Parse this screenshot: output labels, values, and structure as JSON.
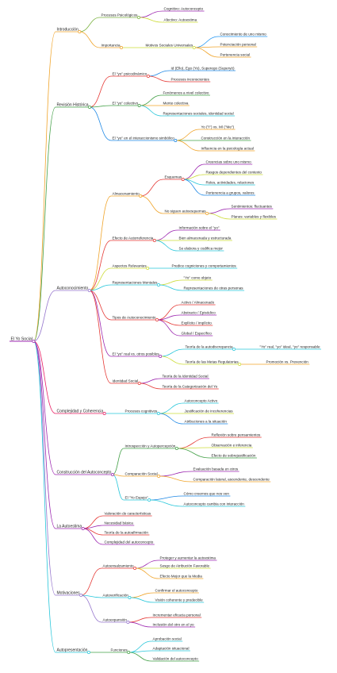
{
  "mindmap": {
    "root": "El Yo Social",
    "nodes": [
      {
        "id": "intro",
        "parent": "root",
        "label": "Introducción",
        "color": "#f0a42a"
      },
      {
        "id": "pp",
        "parent": "intro",
        "label": "Procesos Psicológicos",
        "color": "#7cb342"
      },
      {
        "id": "pp1",
        "parent": "pp",
        "label": "Cognitivo: Autoconcepto",
        "color": "#9c27b0"
      },
      {
        "id": "pp2",
        "parent": "pp",
        "label": "Afectivo: Autoestima",
        "color": "#cddc39"
      },
      {
        "id": "imp",
        "parent": "intro",
        "label": "Importancia",
        "color": "#f0a42a"
      },
      {
        "id": "msu",
        "parent": "imp",
        "label": "Motivos Sociales Universales",
        "color": "#cddc39"
      },
      {
        "id": "msu1",
        "parent": "msu",
        "label": "Conocimiento de uno mismo",
        "color": "#2196f3"
      },
      {
        "id": "msu2",
        "parent": "msu",
        "label": "Potenciación personal",
        "color": "#f0a42a"
      },
      {
        "id": "msu3",
        "parent": "msu",
        "label": "Pertenencia social",
        "color": "#f0a42a"
      },
      {
        "id": "rev",
        "parent": "root",
        "label": "Revisión Histórica",
        "color": "#43a047"
      },
      {
        "id": "psi",
        "parent": "rev",
        "label": "El \"yo\" psicodinámico",
        "color": "#e53935"
      },
      {
        "id": "psi1",
        "parent": "psi",
        "label": "Id (Ello), Ego (Yo), Superego (Superyó)",
        "color": "#1e88e5"
      },
      {
        "id": "psi2",
        "parent": "psi",
        "label": "Procesos inconscientes",
        "color": "#e53935"
      },
      {
        "id": "col",
        "parent": "rev",
        "label": "El \"yo\" colectivo",
        "color": "#43a047"
      },
      {
        "id": "col1",
        "parent": "col",
        "label": "Fenómenos a nivel colectivo",
        "color": "#43a047"
      },
      {
        "id": "col2",
        "parent": "col",
        "label": "Mente colectiva",
        "color": "#f0a42a"
      },
      {
        "id": "col3",
        "parent": "col",
        "label": "Representaciones sociales, identidad social",
        "color": "#26c6da"
      },
      {
        "id": "sim",
        "parent": "rev",
        "label": "El \"yo\" en el interaccionismo simbólico",
        "color": "#1e88e5"
      },
      {
        "id": "sim1",
        "parent": "sim",
        "label": "Yo (\"I\") vs. Mí (\"Me\")",
        "color": "#f0a42a"
      },
      {
        "id": "sim2",
        "parent": "sim",
        "label": "Construcción en la interacción",
        "color": "#43a047"
      },
      {
        "id": "sim3",
        "parent": "sim",
        "label": "Influencia en la psicología actual",
        "color": "#f0a42a"
      },
      {
        "id": "auto",
        "parent": "root",
        "label": "Autoconocimiento",
        "color": "#9575cd"
      },
      {
        "id": "alm",
        "parent": "auto",
        "label": "Almacenamiento",
        "color": "#f0a42a"
      },
      {
        "id": "esq",
        "parent": "alm",
        "label": "Esquemas",
        "color": "#e53935"
      },
      {
        "id": "esq1",
        "parent": "esq",
        "label": "Creencias sobre uno mismo",
        "color": "#9c27b0"
      },
      {
        "id": "esq2",
        "parent": "esq",
        "label": "Rasgos dependientes del contexto",
        "color": "#cddc39"
      },
      {
        "id": "esq3",
        "parent": "esq",
        "label": "Roles, actividades, relaciones",
        "color": "#26c6da"
      },
      {
        "id": "esq4",
        "parent": "esq",
        "label": "Pertenencia a grupos, valores",
        "color": "#1e88e5"
      },
      {
        "id": "nsa",
        "parent": "alm",
        "label": "No siguen autoesquemas",
        "color": "#f0a42a"
      },
      {
        "id": "nsa1",
        "parent": "nsa",
        "label": "Sentimientos: fluctuantes",
        "color": "#9c27b0"
      },
      {
        "id": "nsa2",
        "parent": "nsa",
        "label": "Planes: variables y flexibles",
        "color": "#cddc39"
      },
      {
        "id": "ear",
        "parent": "auto",
        "label": "Efecto de Autorreferencia",
        "color": "#e53935"
      },
      {
        "id": "ear1",
        "parent": "ear",
        "label": "Información sobre el \"yo\"",
        "color": "#9c27b0"
      },
      {
        "id": "ear2",
        "parent": "ear",
        "label": "Bien almacenada y estructurada",
        "color": "#cddc39"
      },
      {
        "id": "ear3",
        "parent": "ear",
        "label": "Se elabora y codifica mejor",
        "color": "#26c6da"
      },
      {
        "id": "asr",
        "parent": "auto",
        "label": "Aspectos Relevantes",
        "color": "#cddc39"
      },
      {
        "id": "asr1",
        "parent": "asr",
        "label": "Predice cogniciones y comportamientos",
        "color": "#26c6da"
      },
      {
        "id": "rm",
        "parent": "auto",
        "label": "Representaciones Mentales",
        "color": "#26c6da"
      },
      {
        "id": "rm1",
        "parent": "rm",
        "label": "\"Yo\" como objeto",
        "color": "#cddc39"
      },
      {
        "id": "rm2",
        "parent": "rm",
        "label": "Representaciones de otras personas",
        "color": "#26c6da"
      },
      {
        "id": "ta",
        "parent": "auto",
        "label": "Tipos de Autoconocimiento",
        "color": "#e53935"
      },
      {
        "id": "ta1",
        "parent": "ta",
        "label": "Activo / Almacenado",
        "color": "#e53935"
      },
      {
        "id": "ta2",
        "parent": "ta",
        "label": "Abstracto / Episódico",
        "color": "#9c27b0"
      },
      {
        "id": "ta3",
        "parent": "ta",
        "label": "Explícito / Implícito",
        "color": "#e53935"
      },
      {
        "id": "ta4",
        "parent": "ta",
        "label": "Global / Específico",
        "color": "#9c27b0"
      },
      {
        "id": "yr",
        "parent": "auto",
        "label": "El \"yo\" real vs. otros posibles",
        "color": "#9c27b0"
      },
      {
        "id": "tad",
        "parent": "yr",
        "label": "Teoría de la autodiscrepancia",
        "color": "#26c6da"
      },
      {
        "id": "tad1",
        "parent": "tad",
        "label": "\"Yo\" real, \"yo\" ideal, \"yo\" responsable",
        "color": "#26c6da"
      },
      {
        "id": "tmr",
        "parent": "yr",
        "label": "Teoría de las Metas Regulatorias",
        "color": "#cddc39"
      },
      {
        "id": "tmr1",
        "parent": "tmr",
        "label": "Promoción vs. Prevención",
        "color": "#f0a42a"
      },
      {
        "id": "ids",
        "parent": "auto",
        "label": "Identidad Social",
        "color": "#e53935"
      },
      {
        "id": "ids1",
        "parent": "ids",
        "label": "Teoría de la Identidad Social",
        "color": "#9c27b0"
      },
      {
        "id": "ids2",
        "parent": "ids",
        "label": "Teoría de la Categorización del Yo",
        "color": "#e53935"
      },
      {
        "id": "comp",
        "parent": "root",
        "label": "Complejidad y Coherencia",
        "color": "#e91e63"
      },
      {
        "id": "pc",
        "parent": "comp",
        "label": "Procesos cognitivos",
        "color": "#26c6da"
      },
      {
        "id": "pc1",
        "parent": "pc",
        "label": "Autoconcepto Activo",
        "color": "#26c6da"
      },
      {
        "id": "pc2",
        "parent": "pc",
        "label": "Justificación de incoherencias",
        "color": "#cddc39"
      },
      {
        "id": "pc3",
        "parent": "pc",
        "label": "Atribuciones a la situación",
        "color": "#1e88e5"
      },
      {
        "id": "cons",
        "parent": "root",
        "label": "Construcción del Autoconcepto",
        "color": "#9c27b0"
      },
      {
        "id": "ia",
        "parent": "cons",
        "label": "Introspección y Autopercepción",
        "color": "#43a047"
      },
      {
        "id": "ia1",
        "parent": "ia",
        "label": "Reflexión sobre pensamientos",
        "color": "#e53935"
      },
      {
        "id": "ia2",
        "parent": "ia",
        "label": "Observación e inferencia",
        "color": "#cddc39"
      },
      {
        "id": "ia3",
        "parent": "ia",
        "label": "Efecto de sobrejustificación",
        "color": "#43a047"
      },
      {
        "id": "cs",
        "parent": "cons",
        "label": "Comparación Social",
        "color": "#f0a42a"
      },
      {
        "id": "cs1",
        "parent": "cs",
        "label": "Evaluación basada en otros",
        "color": "#9c27b0"
      },
      {
        "id": "cs2",
        "parent": "cs",
        "label": "Comparación lateral, ascendente, descendente",
        "color": "#f0a42a"
      },
      {
        "id": "ye",
        "parent": "cons",
        "label": "El \"Yo Espejo\"",
        "color": "#26c6da"
      },
      {
        "id": "ye1",
        "parent": "ye",
        "label": "Cómo creemos que nos ven",
        "color": "#1e88e5"
      },
      {
        "id": "ye2",
        "parent": "ye",
        "label": "Autoconcepto cambia con interacción",
        "color": "#26c6da"
      },
      {
        "id": "aest",
        "parent": "root",
        "label": "La Autoestima",
        "color": "#9c27b0"
      },
      {
        "id": "ae1",
        "parent": "aest",
        "label": "Valoración de características",
        "color": "#e53935"
      },
      {
        "id": "ae2",
        "parent": "aest",
        "label": "Necesidad básica",
        "color": "#9c27b0"
      },
      {
        "id": "ae3",
        "parent": "aest",
        "label": "Teoría de la autoafirmación",
        "color": "#e53935"
      },
      {
        "id": "ae4",
        "parent": "aest",
        "label": "Complejidad del autoconcepto",
        "color": "#9c27b0"
      },
      {
        "id": "mot",
        "parent": "root",
        "label": "Motivaciones",
        "color": "#9575cd"
      },
      {
        "id": "aen",
        "parent": "mot",
        "label": "Autoensalzamiento",
        "color": "#e53935"
      },
      {
        "id": "aen1",
        "parent": "aen",
        "label": "Proteger y aumentar la autoestima",
        "color": "#9c27b0"
      },
      {
        "id": "aen2",
        "parent": "aen",
        "label": "Sesgo de Atribución Favorable",
        "color": "#cddc39"
      },
      {
        "id": "aen3",
        "parent": "aen",
        "label": "Efecto Mejor que la Media",
        "color": "#f0a42a"
      },
      {
        "id": "aver",
        "parent": "mot",
        "label": "Autoverificación",
        "color": "#26c6da"
      },
      {
        "id": "aver1",
        "parent": "aver",
        "label": "Confirmar el autoconcepto",
        "color": "#f0a42a"
      },
      {
        "id": "aver2",
        "parent": "aver",
        "label": "Visión coherente y predecible",
        "color": "#26c6da"
      },
      {
        "id": "aexp",
        "parent": "mot",
        "label": "Autoexpansión",
        "color": "#9575cd"
      },
      {
        "id": "aexp1",
        "parent": "aexp",
        "label": "Incrementar eficacia personal",
        "color": "#e53935"
      },
      {
        "id": "aexp2",
        "parent": "aexp",
        "label": "Inclusión del otro en el yo",
        "color": "#9c27b0"
      },
      {
        "id": "apre",
        "parent": "root",
        "label": "Autopresentación",
        "color": "#26c6da"
      },
      {
        "id": "fun",
        "parent": "apre",
        "label": "Funciones",
        "color": "#43a047"
      },
      {
        "id": "fun1",
        "parent": "fun",
        "label": "Aprobación social",
        "color": "#26c6da"
      },
      {
        "id": "fun2",
        "parent": "fun",
        "label": "Adaptación situacional",
        "color": "#26c6da"
      },
      {
        "id": "fun3",
        "parent": "fun",
        "label": "Validación del autoconcepto",
        "color": "#43a047"
      }
    ]
  }
}
